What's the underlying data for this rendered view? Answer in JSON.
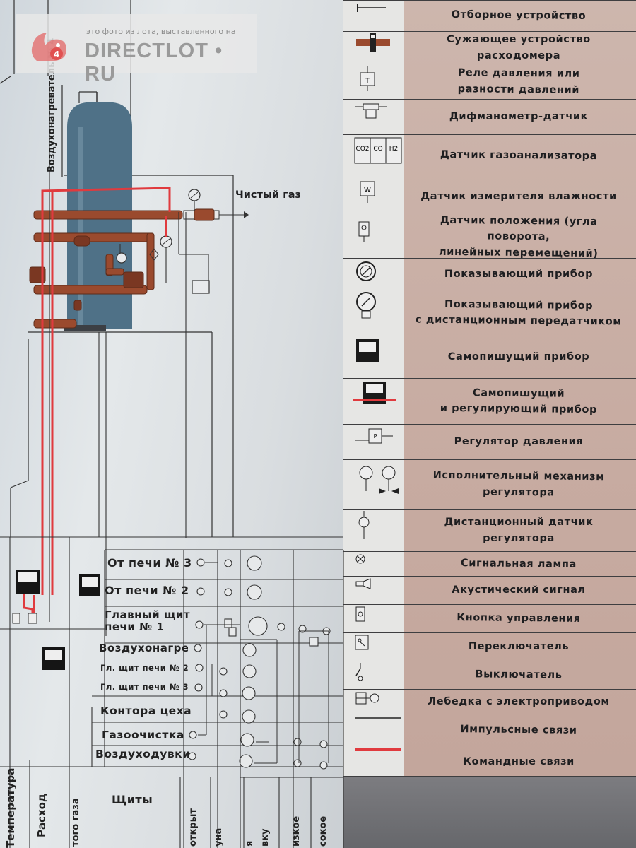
{
  "watermark": {
    "caption": "это фото из лота, выставленного на",
    "brand": "DIRECTLOT • RU",
    "logo_badge": "4"
  },
  "scheme": {
    "air_heater_label": "Воздухонагреватель № 4",
    "clean_gas_label": "Чистый газ",
    "panel_rows": [
      "От печи № 3",
      "От печи № 2",
      "Главный щит\nпечи № 1",
      "Воздухонагрев",
      "Гл. щит печи № 2",
      "Гл. щит печи № 3",
      "Контора цеха",
      "Газоочистка",
      "Воздуходувки"
    ],
    "shields_label": "Щиты",
    "column_headers": [
      "Температура",
      "Расход",
      "того газа",
      "открыт",
      "уна",
      "я",
      "вку",
      "изкое",
      "сокое"
    ]
  },
  "legend": {
    "items": [
      {
        "icon": "sampling-device-icon",
        "label": "Отборное устройство"
      },
      {
        "icon": "orifice-flowmeter-icon",
        "label": "Сужающее устройство\nрасходомера"
      },
      {
        "icon": "pressure-relay-icon",
        "label": "Реле давления или\nразности давлений"
      },
      {
        "icon": "diff-manometer-icon",
        "label": "Дифманометр-датчик"
      },
      {
        "icon": "gas-analyzer-icon",
        "label": "Датчик газоанализатора"
      },
      {
        "icon": "humidity-sensor-icon",
        "label": "Датчик измерителя влажности"
      },
      {
        "icon": "position-sensor-icon",
        "label": "Датчик положения (угла поворота,\nлинейных перемещений)"
      },
      {
        "icon": "indicating-instrument-icon",
        "label": "Показывающий прибор"
      },
      {
        "icon": "indicating-remote-icon",
        "label": "Показывающий прибор\nс дистанционным передатчиком"
      },
      {
        "icon": "recorder-icon",
        "label": "Самопишущий прибор"
      },
      {
        "icon": "recorder-controller-icon",
        "label": "Самопишущий\nи регулирующий прибор"
      },
      {
        "icon": "pressure-regulator-icon",
        "label": "Регулятор давления"
      },
      {
        "icon": "actuator-icon",
        "label": "Исполнительный механизм\nрегулятора"
      },
      {
        "icon": "remote-sensor-icon",
        "label": "Дистанционный датчик\nрегулятора"
      },
      {
        "icon": "signal-lamp-icon",
        "label": "Сигнальная лампа"
      },
      {
        "icon": "acoustic-signal-icon",
        "label": "Акустический сигнал"
      },
      {
        "icon": "control-button-icon",
        "label": "Кнопка управления"
      },
      {
        "icon": "switch-icon",
        "label": "Переключатель"
      },
      {
        "icon": "breaker-icon",
        "label": "Выключатель"
      },
      {
        "icon": "winch-icon",
        "label": "Лебедка с электроприводом"
      },
      {
        "icon": "impulse-line-icon",
        "label": "Импульсные связи"
      },
      {
        "icon": "command-line-icon",
        "label": "Командные связи"
      }
    ],
    "gas_analyzer_codes": [
      "CO2",
      "CO",
      "H2"
    ],
    "humidity_code": "W",
    "regulator_code": "P"
  },
  "colors": {
    "command_line": "#e03a3e",
    "pipe": "#9a4a2e",
    "tank": "#4a6f86",
    "legend_text_bg": "#c9afa5"
  }
}
